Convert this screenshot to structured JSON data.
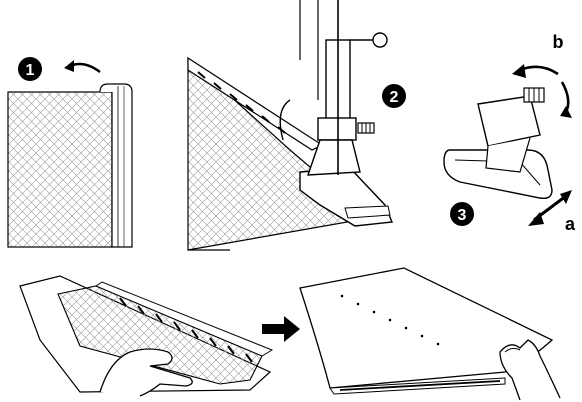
{
  "steps": [
    {
      "number": "1"
    },
    {
      "number": "2"
    },
    {
      "number": "3"
    }
  ],
  "labels": {
    "a": "a",
    "b": "b"
  },
  "icons": {
    "step_marker": "black-circle-number",
    "fold_arrow": "curved-arrow-left",
    "rotate_arrow": "curved-double-arrow",
    "slide_arrow": "double-arrow-diagonal",
    "next_arrow": "arrow-right"
  },
  "colors": {
    "ink": "#000000",
    "paper": "#ffffff",
    "hatch": "#9a9a9a"
  }
}
